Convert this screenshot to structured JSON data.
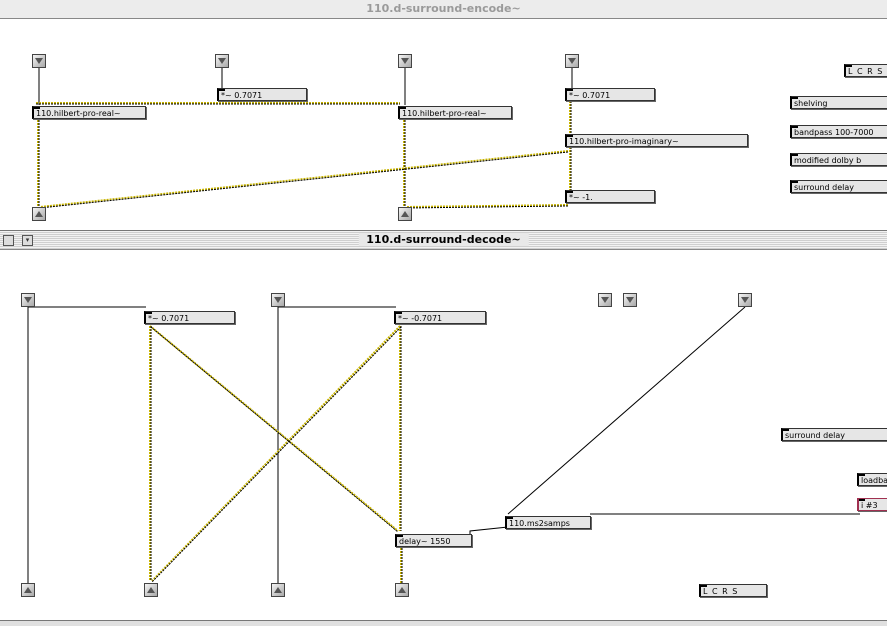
{
  "windows": {
    "encode": {
      "title": "110.d-surround-encode~",
      "objects": {
        "mul_a": "*~ 0.7071",
        "hilbert_real_1": "110.hilbert-pro-real~",
        "hilbert_real_2": "110.hilbert-pro-real~",
        "mul_b": "*~ 0.7071",
        "hilbert_imag": "110.hilbert-pro-imaginary~",
        "mul_neg": "*~ -1.",
        "lcrs": "L C R S",
        "c1": "shelving",
        "c2": "bandpass 100-7000",
        "c3": "modified dolby b",
        "c4": "surround delay"
      }
    },
    "decode": {
      "title": "110.d-surround-decode~",
      "objects": {
        "mul_pos": "*~ 0.7071",
        "mul_neg": "*~ -0.7071",
        "surround_delay": "surround delay",
        "loadbang": "loadba",
        "int_msg": "i #3",
        "ms2samps": "110.ms2samps",
        "delay": "delay~ 1550",
        "lcrs": "L C R S"
      }
    }
  },
  "colors": {
    "signal_patch_cord": "#c8b400",
    "object_fill": "#e6e6e6",
    "canvas": "#ffffff"
  },
  "icons": {
    "inlet": "inlet-arrow-icon",
    "outlet": "outlet-arrow-icon"
  }
}
